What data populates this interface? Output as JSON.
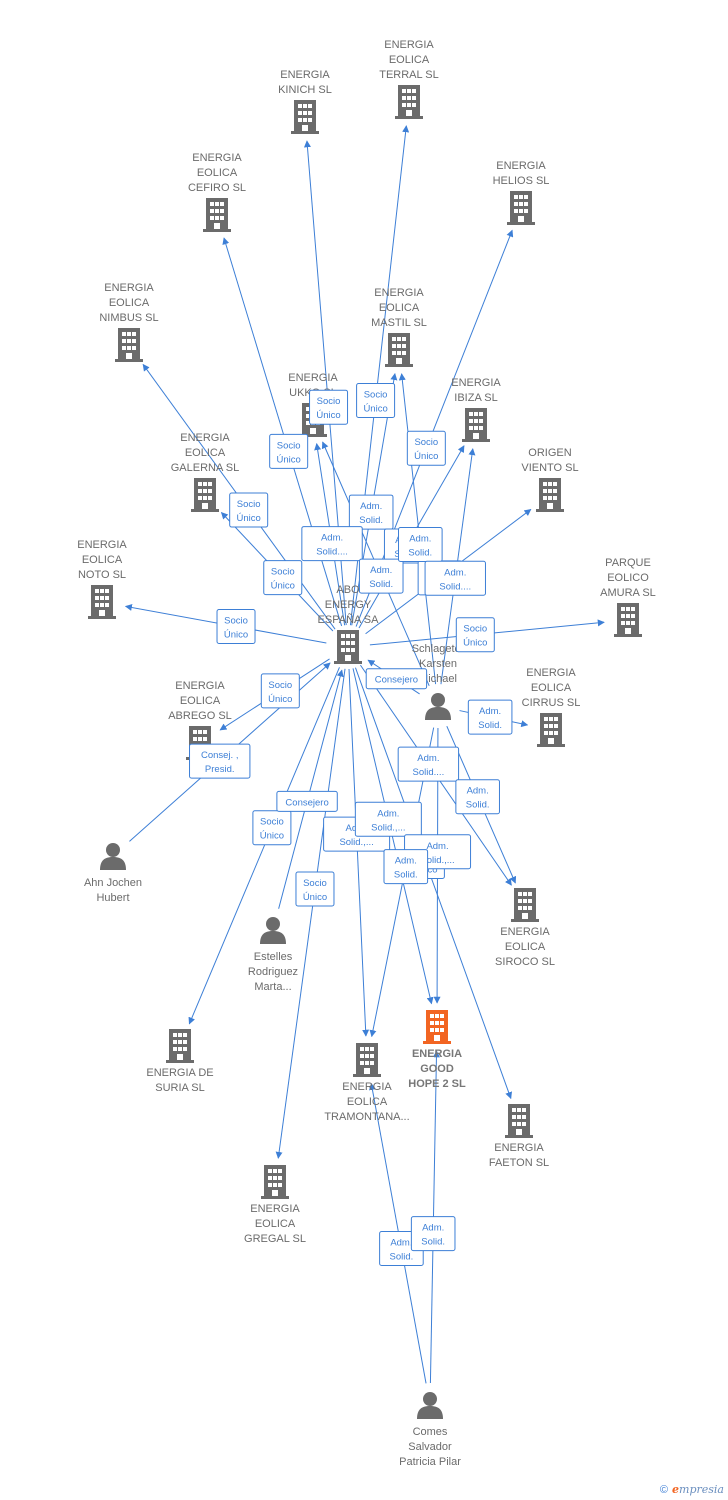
{
  "nodes": [
    {
      "id": "kinich",
      "type": "company",
      "label": [
        "ENERGIA",
        "KINICH  SL"
      ]
    },
    {
      "id": "terral",
      "type": "company",
      "label": [
        "ENERGIA",
        "EOLICA",
        "TERRAL  SL"
      ]
    },
    {
      "id": "cefiro",
      "type": "company",
      "label": [
        "ENERGIA",
        "EOLICA",
        "CEFIRO  SL"
      ]
    },
    {
      "id": "helios",
      "type": "company",
      "label": [
        "ENERGIA",
        "HELIOS  SL"
      ]
    },
    {
      "id": "nimbus",
      "type": "company",
      "label": [
        "ENERGIA",
        "EOLICA",
        "NIMBUS SL"
      ]
    },
    {
      "id": "mastil",
      "type": "company",
      "label": [
        "ENERGIA",
        "EOLICA",
        "MASTIL SL"
      ]
    },
    {
      "id": "ukko",
      "type": "company",
      "label": [
        "ENERGIA",
        "UKKO  SL"
      ]
    },
    {
      "id": "ibiza",
      "type": "company",
      "label": [
        "ENERGIA",
        "IBIZA  SL"
      ]
    },
    {
      "id": "galerna",
      "type": "company",
      "label": [
        "ENERGIA",
        "EOLICA",
        "GALERNA  SL"
      ]
    },
    {
      "id": "origen",
      "type": "company",
      "label": [
        "ORIGEN",
        "VIENTO  SL"
      ]
    },
    {
      "id": "noto",
      "type": "company",
      "label": [
        "ENERGIA",
        "EOLICA",
        "NOTO  SL"
      ]
    },
    {
      "id": "abo",
      "type": "company",
      "label": [
        "ABO",
        "ENERGY",
        "ESPAÑA SA"
      ]
    },
    {
      "id": "amura",
      "type": "company",
      "label": [
        "PARQUE",
        "EOLICO",
        "AMURA SL"
      ]
    },
    {
      "id": "schlageter",
      "type": "person",
      "label": [
        "Schlageter",
        "Karsten",
        "Michael"
      ]
    },
    {
      "id": "abrego",
      "type": "company",
      "label": [
        "ENERGIA",
        "EOLICA",
        "ABREGO  SL"
      ]
    },
    {
      "id": "cirrus",
      "type": "company",
      "label": [
        "ENERGIA",
        "EOLICA",
        "CIRRUS SL"
      ]
    },
    {
      "id": "ahn",
      "type": "person",
      "label": [
        "Ahn Jochen",
        "Hubert"
      ]
    },
    {
      "id": "siroco",
      "type": "company",
      "label": [
        "ENERGIA",
        "EOLICA",
        "SIROCO  SL"
      ]
    },
    {
      "id": "estelles",
      "type": "person",
      "label": [
        "Estelles",
        "Rodriguez",
        "Marta..."
      ]
    },
    {
      "id": "suria",
      "type": "company",
      "label": [
        "ENERGIA DE",
        "SURIA  SL"
      ]
    },
    {
      "id": "goodhope",
      "type": "focus",
      "label": [
        "ENERGIA",
        "GOOD",
        "HOPE 2  SL"
      ]
    },
    {
      "id": "tramontana",
      "type": "company",
      "label": [
        "ENERGIA",
        "EOLICA",
        "TRAMONTANA..."
      ]
    },
    {
      "id": "faeton",
      "type": "company",
      "label": [
        "ENERGIA",
        "FAETON  SL"
      ]
    },
    {
      "id": "gregal",
      "type": "company",
      "label": [
        "ENERGIA",
        "EOLICA",
        "GREGAL  SL"
      ]
    },
    {
      "id": "comes",
      "type": "person",
      "label": [
        "Comes",
        "Salvador",
        "Patricia Pilar"
      ]
    }
  ],
  "edges": [
    {
      "from": "abo",
      "to": "kinich",
      "label": [
        "Socio",
        "Único"
      ]
    },
    {
      "from": "abo",
      "to": "terral",
      "label": [
        "Socio",
        "Único"
      ]
    },
    {
      "from": "abo",
      "to": "cefiro",
      "label": [
        "Socio",
        "Único"
      ]
    },
    {
      "from": "abo",
      "to": "helios",
      "label": [
        "Socio",
        "Único"
      ]
    },
    {
      "from": "abo",
      "to": "nimbus",
      "label": [
        "Socio",
        "Único"
      ]
    },
    {
      "from": "abo",
      "to": "mastil",
      "label": [
        "Adm.",
        "Solid."
      ]
    },
    {
      "from": "abo",
      "to": "ukko",
      "label": [
        "Adm.",
        "Solid...."
      ]
    },
    {
      "from": "abo",
      "to": "ibiza",
      "label": [
        "Adm.",
        "Solid."
      ]
    },
    {
      "from": "abo",
      "to": "galerna",
      "label": [
        "Socio",
        "Único"
      ]
    },
    {
      "from": "abo",
      "to": "origen",
      "label": [
        "Adm.",
        "Solid."
      ]
    },
    {
      "from": "abo",
      "to": "noto",
      "label": [
        "Socio",
        "Único"
      ]
    },
    {
      "from": "abo",
      "to": "amura",
      "label": [
        "Socio",
        "Único"
      ]
    },
    {
      "from": "abo",
      "to": "abrego",
      "label": [
        "Socio",
        "Único"
      ]
    },
    {
      "from": "abo",
      "to": "suria",
      "label": [
        "Socio",
        "Único"
      ]
    },
    {
      "from": "abo",
      "to": "gregal",
      "label": [
        "Socio",
        "Único"
      ]
    },
    {
      "from": "abo",
      "to": "tramontana",
      "label": [
        "Adm.",
        "Solid.,..."
      ]
    },
    {
      "from": "abo",
      "to": "goodhope",
      "label": [
        "Adm.",
        "Solid.,..."
      ]
    },
    {
      "from": "abo",
      "to": "faeton",
      "label": [
        "Socio",
        "Único"
      ]
    },
    {
      "from": "abo",
      "to": "siroco",
      "label": [
        "Adm.",
        "Solid...."
      ]
    },
    {
      "from": "schlageter",
      "to": "abo",
      "label": [
        "Consejero"
      ]
    },
    {
      "from": "schlageter",
      "to": "ukko",
      "label": [
        "Adm.",
        "Solid."
      ]
    },
    {
      "from": "schlageter",
      "to": "mastil",
      "label": [
        "Adm.",
        "Solid."
      ]
    },
    {
      "from": "schlageter",
      "to": "ibiza",
      "label": [
        "Adm.",
        "Solid...."
      ]
    },
    {
      "from": "schlageter",
      "to": "cirrus",
      "label": [
        "Adm.",
        "Solid."
      ]
    },
    {
      "from": "schlageter",
      "to": "siroco",
      "label": [
        "Adm.",
        "Solid."
      ]
    },
    {
      "from": "schlageter",
      "to": "goodhope",
      "label": [
        "Adm.",
        "Solid.,..."
      ]
    },
    {
      "from": "schlageter",
      "to": "tramontana",
      "label": [
        "Adm.",
        "Solid."
      ]
    },
    {
      "from": "ahn",
      "to": "abo",
      "label": [
        "Consej. ,",
        "Presid."
      ]
    },
    {
      "from": "estelles",
      "to": "abo",
      "label": [
        "Consejero"
      ]
    },
    {
      "from": "comes",
      "to": "tramontana",
      "label": [
        "Adm.",
        "Solid."
      ]
    },
    {
      "from": "comes",
      "to": "goodhope",
      "label": [
        "Adm.",
        "Solid."
      ]
    }
  ],
  "footer": {
    "copyright": "©",
    "brand_initial": "e",
    "brand_rest": "mpresia"
  },
  "colors": {
    "edge": "#3d7fd6",
    "company_icon": "#6b6b6b",
    "focus_icon": "#f26522",
    "label": "#6b6b6b"
  }
}
